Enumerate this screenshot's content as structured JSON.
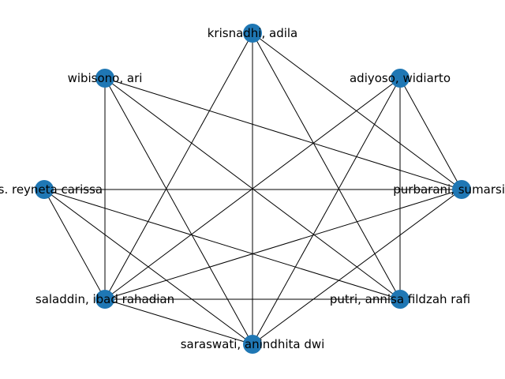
{
  "graph": {
    "type": "network",
    "node_color": "#1f77b4",
    "edge_color": "#000000",
    "nodes": [
      {
        "id": "krisnadhi",
        "label": "krisnadhi, adila"
      },
      {
        "id": "adiyoso",
        "label": "adiyoso, widiarto"
      },
      {
        "id": "purbarani",
        "label": "purbarani, sumarsih co"
      },
      {
        "id": "putri",
        "label": "putri, annisa fildzah rafi"
      },
      {
        "id": "saraswati",
        "label": "saraswati, anindhita dwi"
      },
      {
        "id": "saladdin",
        "label": "saladdin, ibad rahadian"
      },
      {
        "id": "reyneta",
        "label": "r, s. reyneta carissa"
      },
      {
        "id": "wibisono",
        "label": "wibisono, ari"
      }
    ],
    "edges": [
      [
        "krisnadhi",
        "purbarani"
      ],
      [
        "krisnadhi",
        "putri"
      ],
      [
        "krisnadhi",
        "saraswati"
      ],
      [
        "krisnadhi",
        "saladdin"
      ],
      [
        "adiyoso",
        "purbarani"
      ],
      [
        "adiyoso",
        "putri"
      ],
      [
        "adiyoso",
        "saraswati"
      ],
      [
        "adiyoso",
        "saladdin"
      ],
      [
        "purbarani",
        "reyneta"
      ],
      [
        "purbarani",
        "wibisono"
      ],
      [
        "purbarani",
        "saladdin"
      ],
      [
        "purbarani",
        "saraswati"
      ],
      [
        "putri",
        "wibisono"
      ],
      [
        "putri",
        "reyneta"
      ],
      [
        "putri",
        "saladdin"
      ],
      [
        "saraswati",
        "wibisono"
      ],
      [
        "saraswati",
        "reyneta"
      ],
      [
        "saraswati",
        "saladdin"
      ],
      [
        "saladdin",
        "wibisono"
      ],
      [
        "saladdin",
        "reyneta"
      ]
    ]
  }
}
